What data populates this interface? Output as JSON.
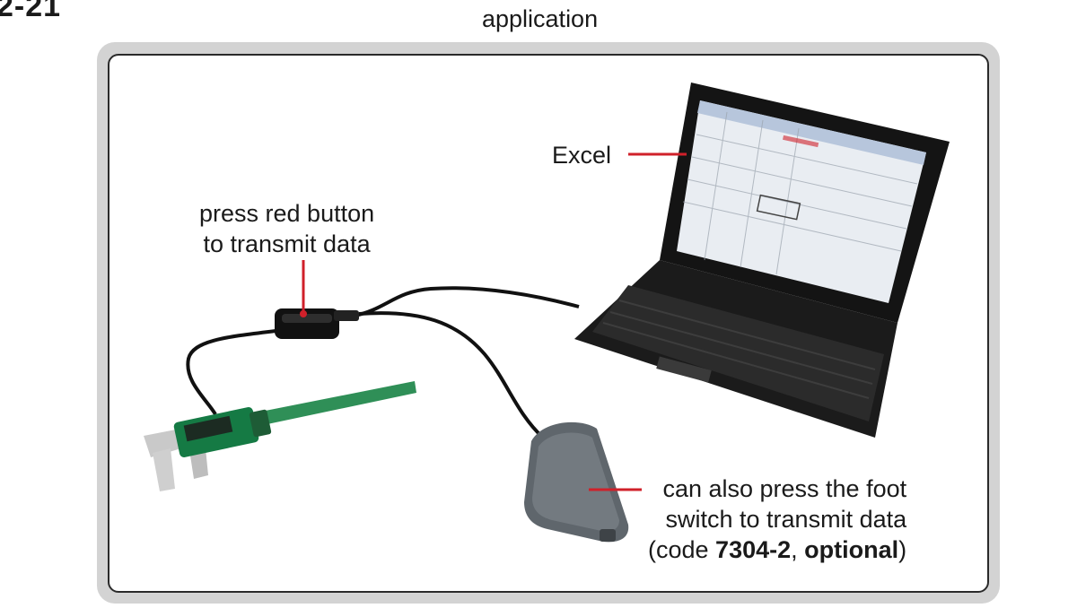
{
  "header": {
    "page_number": "2-21",
    "caption": "application"
  },
  "figure": {
    "excel_label": "Excel",
    "red_button_line1": "press red button",
    "red_button_line2": "to transmit data",
    "foot_line1": "can also press the foot",
    "foot_line2": "switch to transmit data",
    "foot_code_prefix": "(code ",
    "foot_code": "7304-2",
    "foot_sep": ", ",
    "foot_optional": "optional",
    "foot_suffix": ")",
    "colors": {
      "leader": "#d0202a",
      "frame": "#d3d3d3",
      "border": "#2a2a2a"
    }
  }
}
